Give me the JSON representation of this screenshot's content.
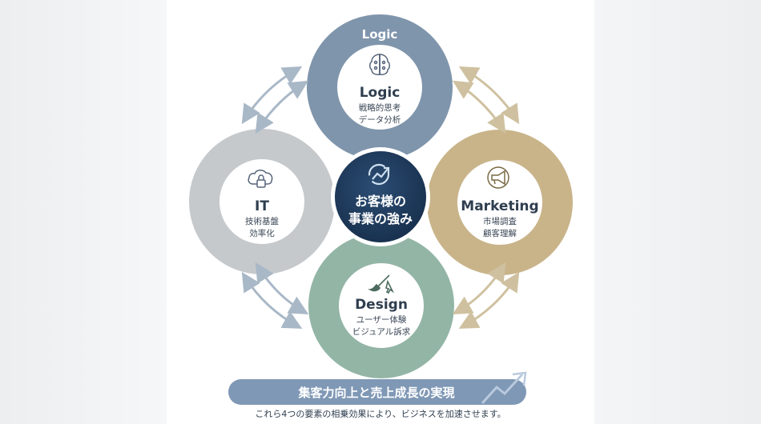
{
  "ring_top_label": "Logic",
  "center": {
    "line1": "お客様の",
    "line2": "事業の強み"
  },
  "nodes": {
    "logic": {
      "title": "Logic",
      "line1": "戦略的思考",
      "line2": "データ分析",
      "color": "#7f95ac"
    },
    "it": {
      "title": "IT",
      "line1": "技術基盤",
      "line2": "効率化",
      "color": "#c5c9cc"
    },
    "marketing": {
      "title": "Marketing",
      "line1": "市場調査",
      "line2": "顧客理解",
      "color": "#c9b48a"
    },
    "design": {
      "title": "Design",
      "line1": "ユーザー体験",
      "line2": "ビジュアル訴求",
      "color": "#93b5a6"
    }
  },
  "center_color": "#1e3a5c",
  "banner": {
    "text": "集客力向上と売上成長の実現",
    "color": "#7f98b5"
  },
  "footer": "これら4つの要素の相乗効果により、ビジネスを加速させます。",
  "icons": [
    "brain-icon",
    "cloud-lock-icon",
    "megaphone-icon",
    "brush-cursor-icon",
    "growth-chart-icon",
    "rising-arrow-icon"
  ]
}
